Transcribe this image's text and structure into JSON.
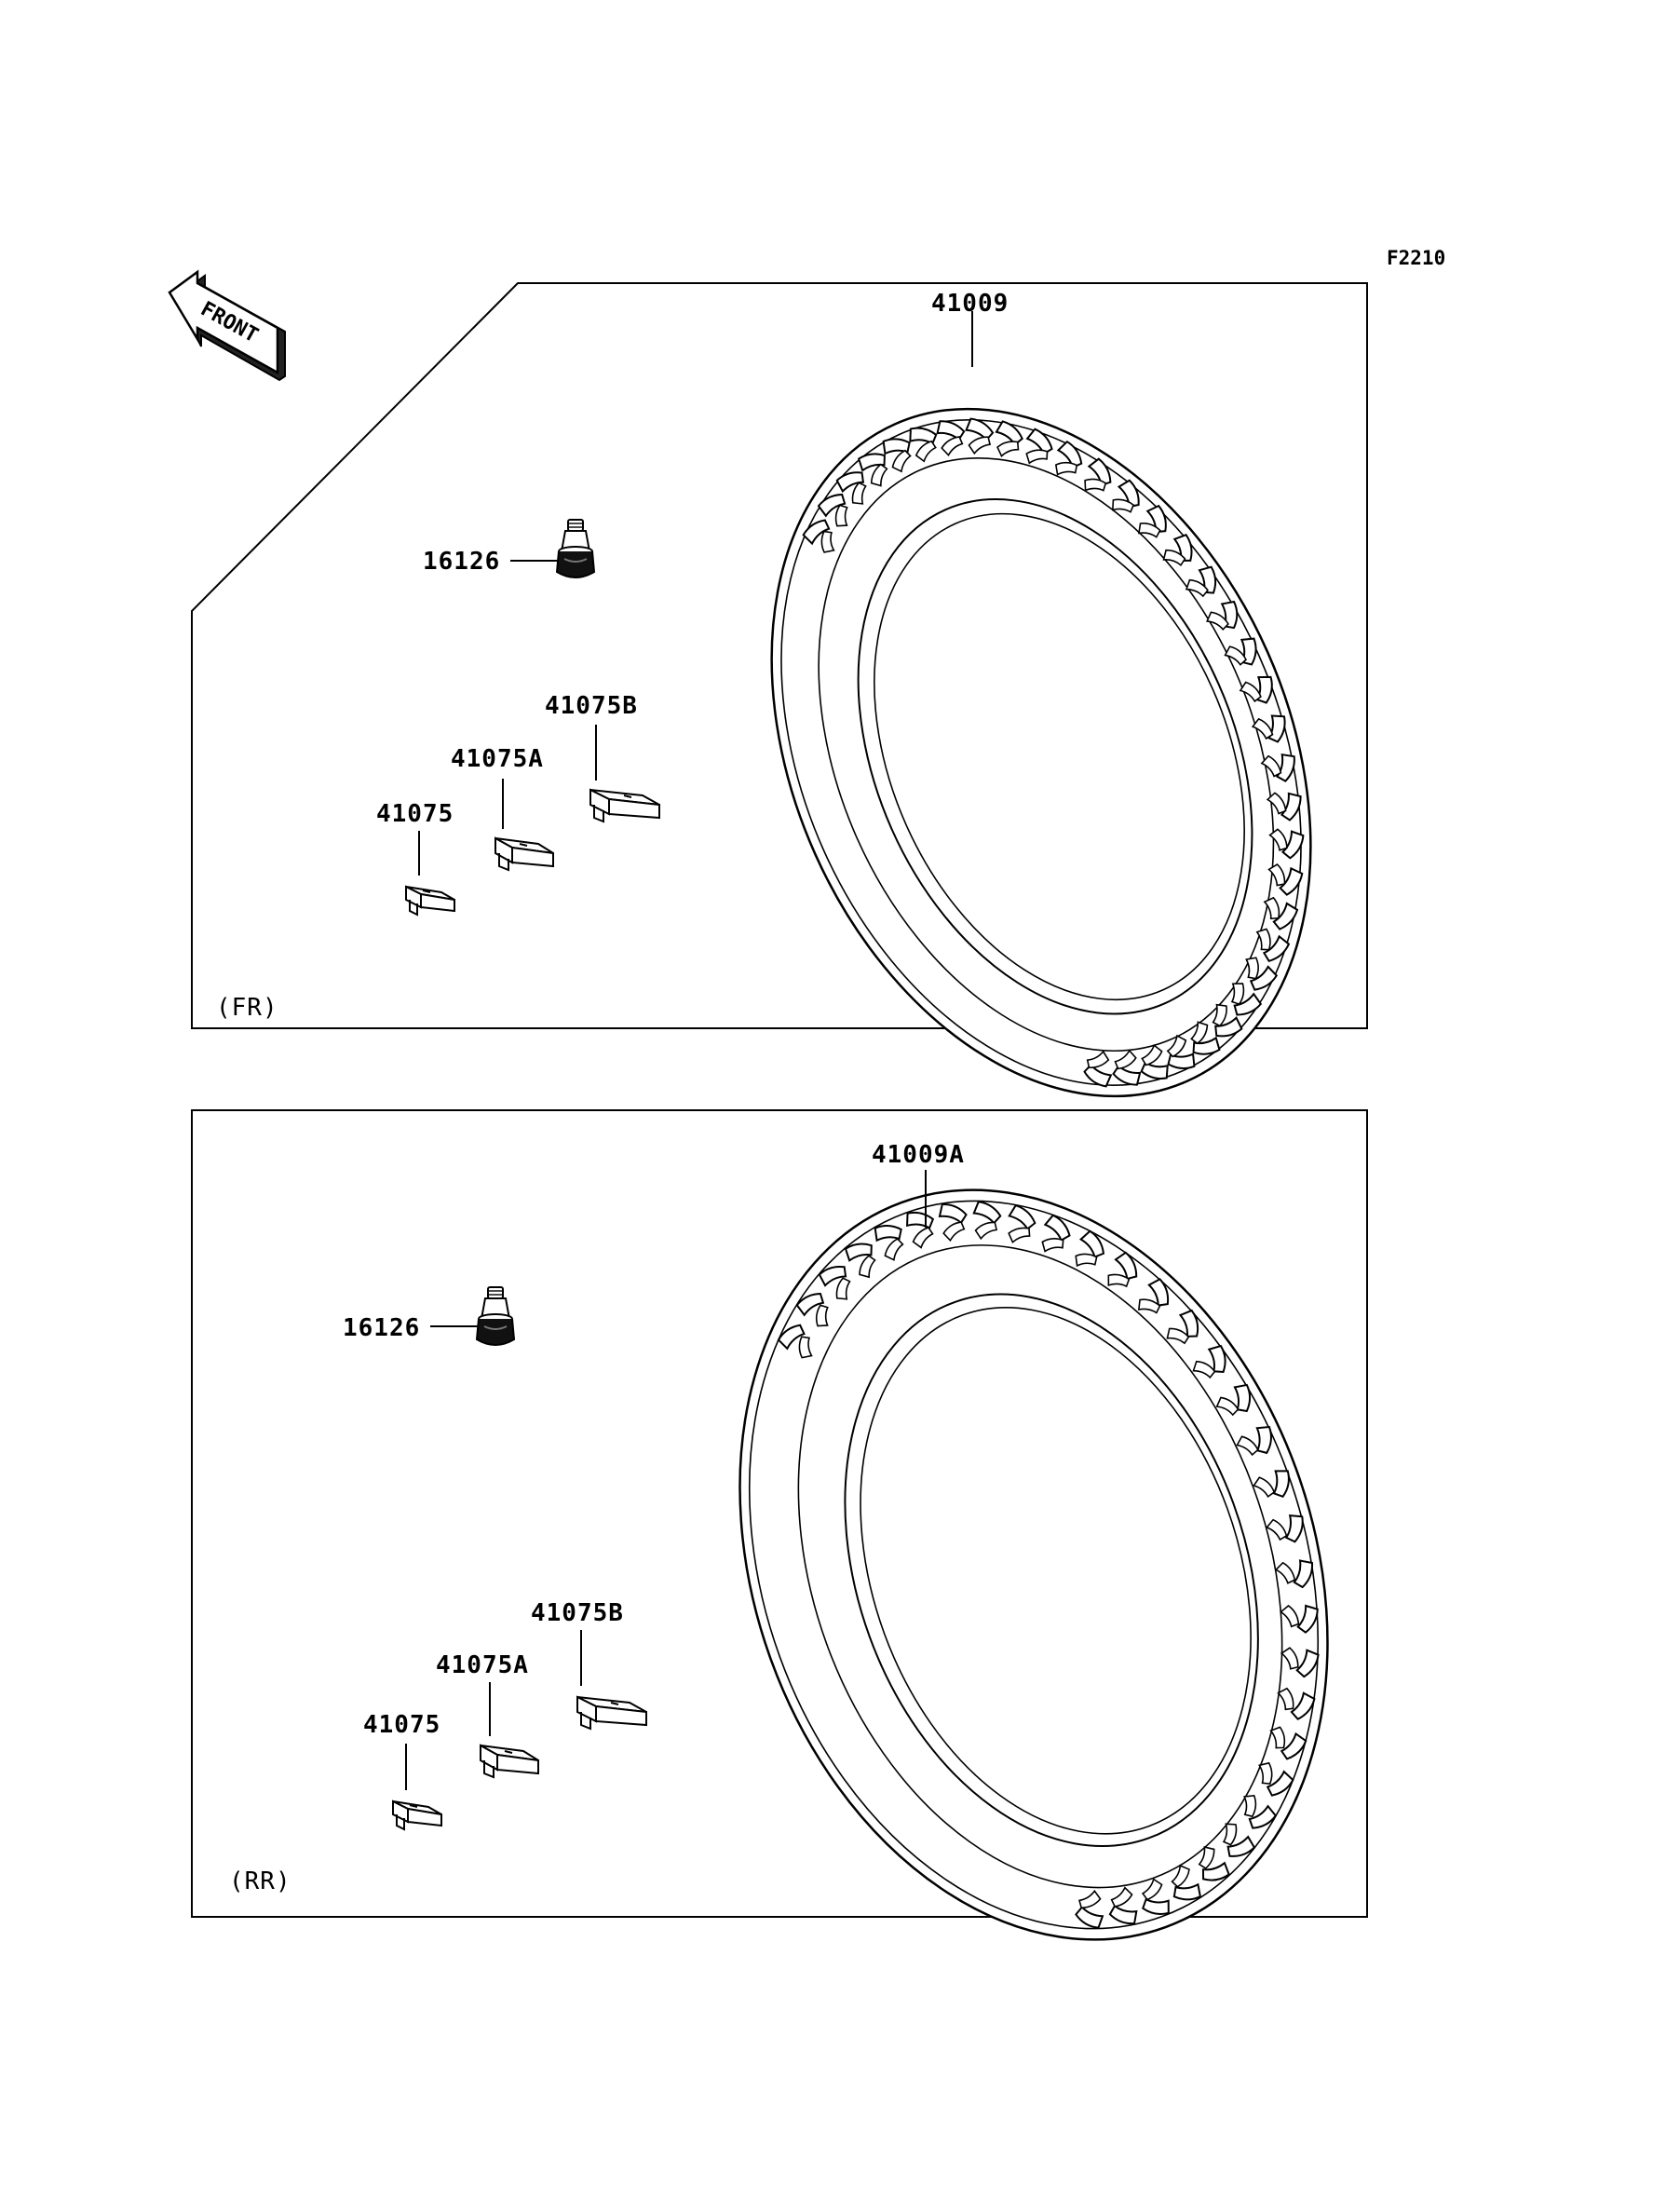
{
  "figure_code": "F2210",
  "front_arrow_label": "FRONT",
  "sections": {
    "front": {
      "label": "(FR)",
      "tire": "41009",
      "valve": "16126",
      "weight_a": "41075",
      "weight_b": "41075A",
      "weight_c": "41075B"
    },
    "rear": {
      "label": "(RR)",
      "tire": "41009A",
      "valve": "16126",
      "weight_a": "41075",
      "weight_b": "41075A",
      "weight_c": "41075B"
    }
  }
}
